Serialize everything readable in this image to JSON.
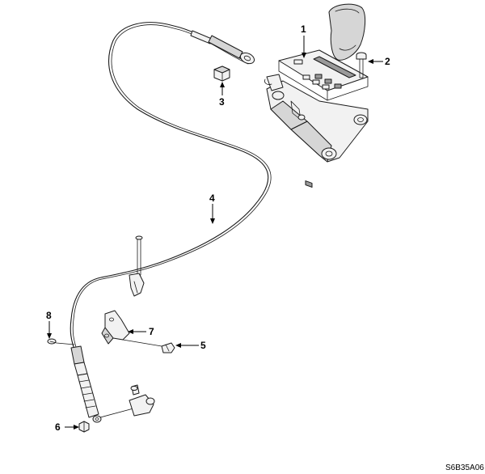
{
  "callouts": {
    "c1": "1",
    "c2": "2",
    "c3": "3",
    "c4": "4",
    "c5": "5",
    "c6": "6",
    "c7": "7",
    "c8": "8"
  },
  "figure_code": "S6B35A06",
  "colors": {
    "ink": "#1a1a1a",
    "background": "#ffffff",
    "shade": "#d6d6d6"
  }
}
